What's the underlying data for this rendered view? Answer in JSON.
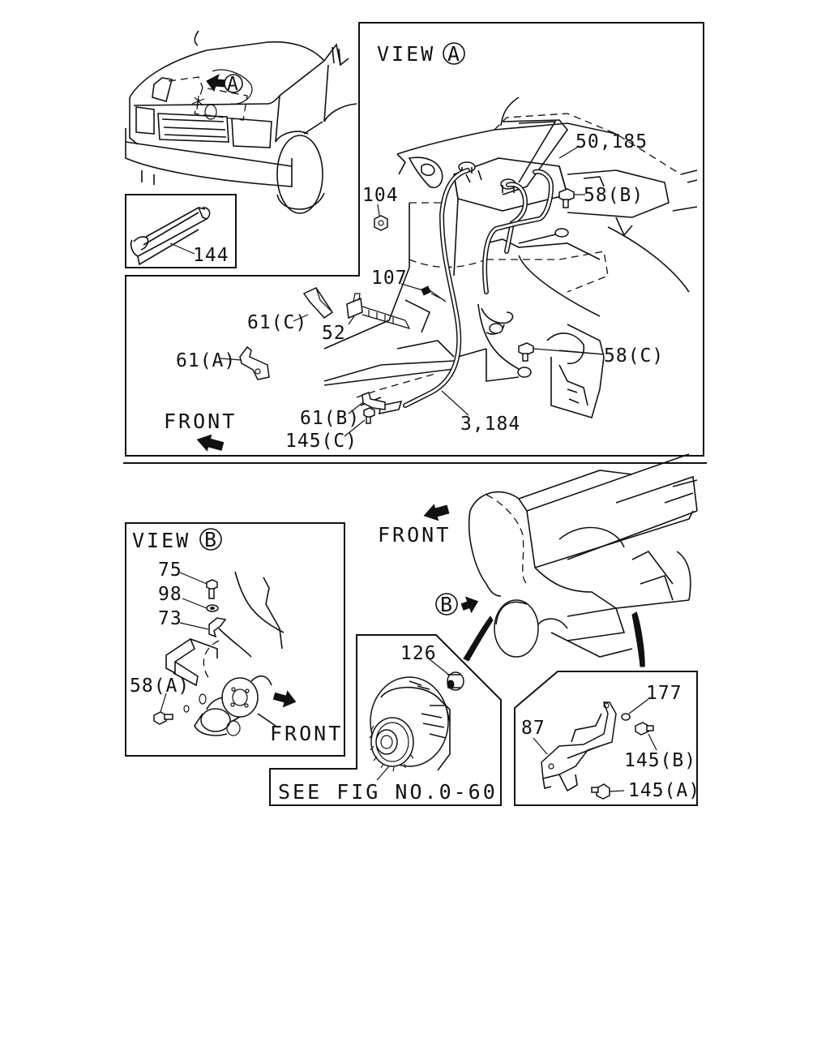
{
  "views": {
    "view_a_title": "VIEW",
    "view_a_letter": "A",
    "view_b_title": "VIEW",
    "view_b_letter": "B",
    "callout_a_letter": "A",
    "callout_b_letter": "B"
  },
  "labels": {
    "p50_185": "50,185",
    "p104": "104",
    "p58b": "58(B)",
    "p144": "144",
    "p107": "107",
    "p61c": "61(C)",
    "p52": "52",
    "p61a": "61(A)",
    "p58c": "58(C)",
    "front_a": "FRONT",
    "p61b": "61(B)",
    "p145c": "145(C)",
    "p3_184": "3,184",
    "front_top": "FRONT",
    "p75": "75",
    "p98": "98",
    "p73": "73",
    "p58a": "58(A)",
    "front_b": "FRONT",
    "p126": "126",
    "see_fig": "SEE FIG NO.0-60",
    "p177": "177",
    "p87": "87",
    "p145b": "145(B)",
    "p145a": "145(A)"
  },
  "icons": [
    "front-arrow-icon",
    "view-callout-circle-icon"
  ]
}
